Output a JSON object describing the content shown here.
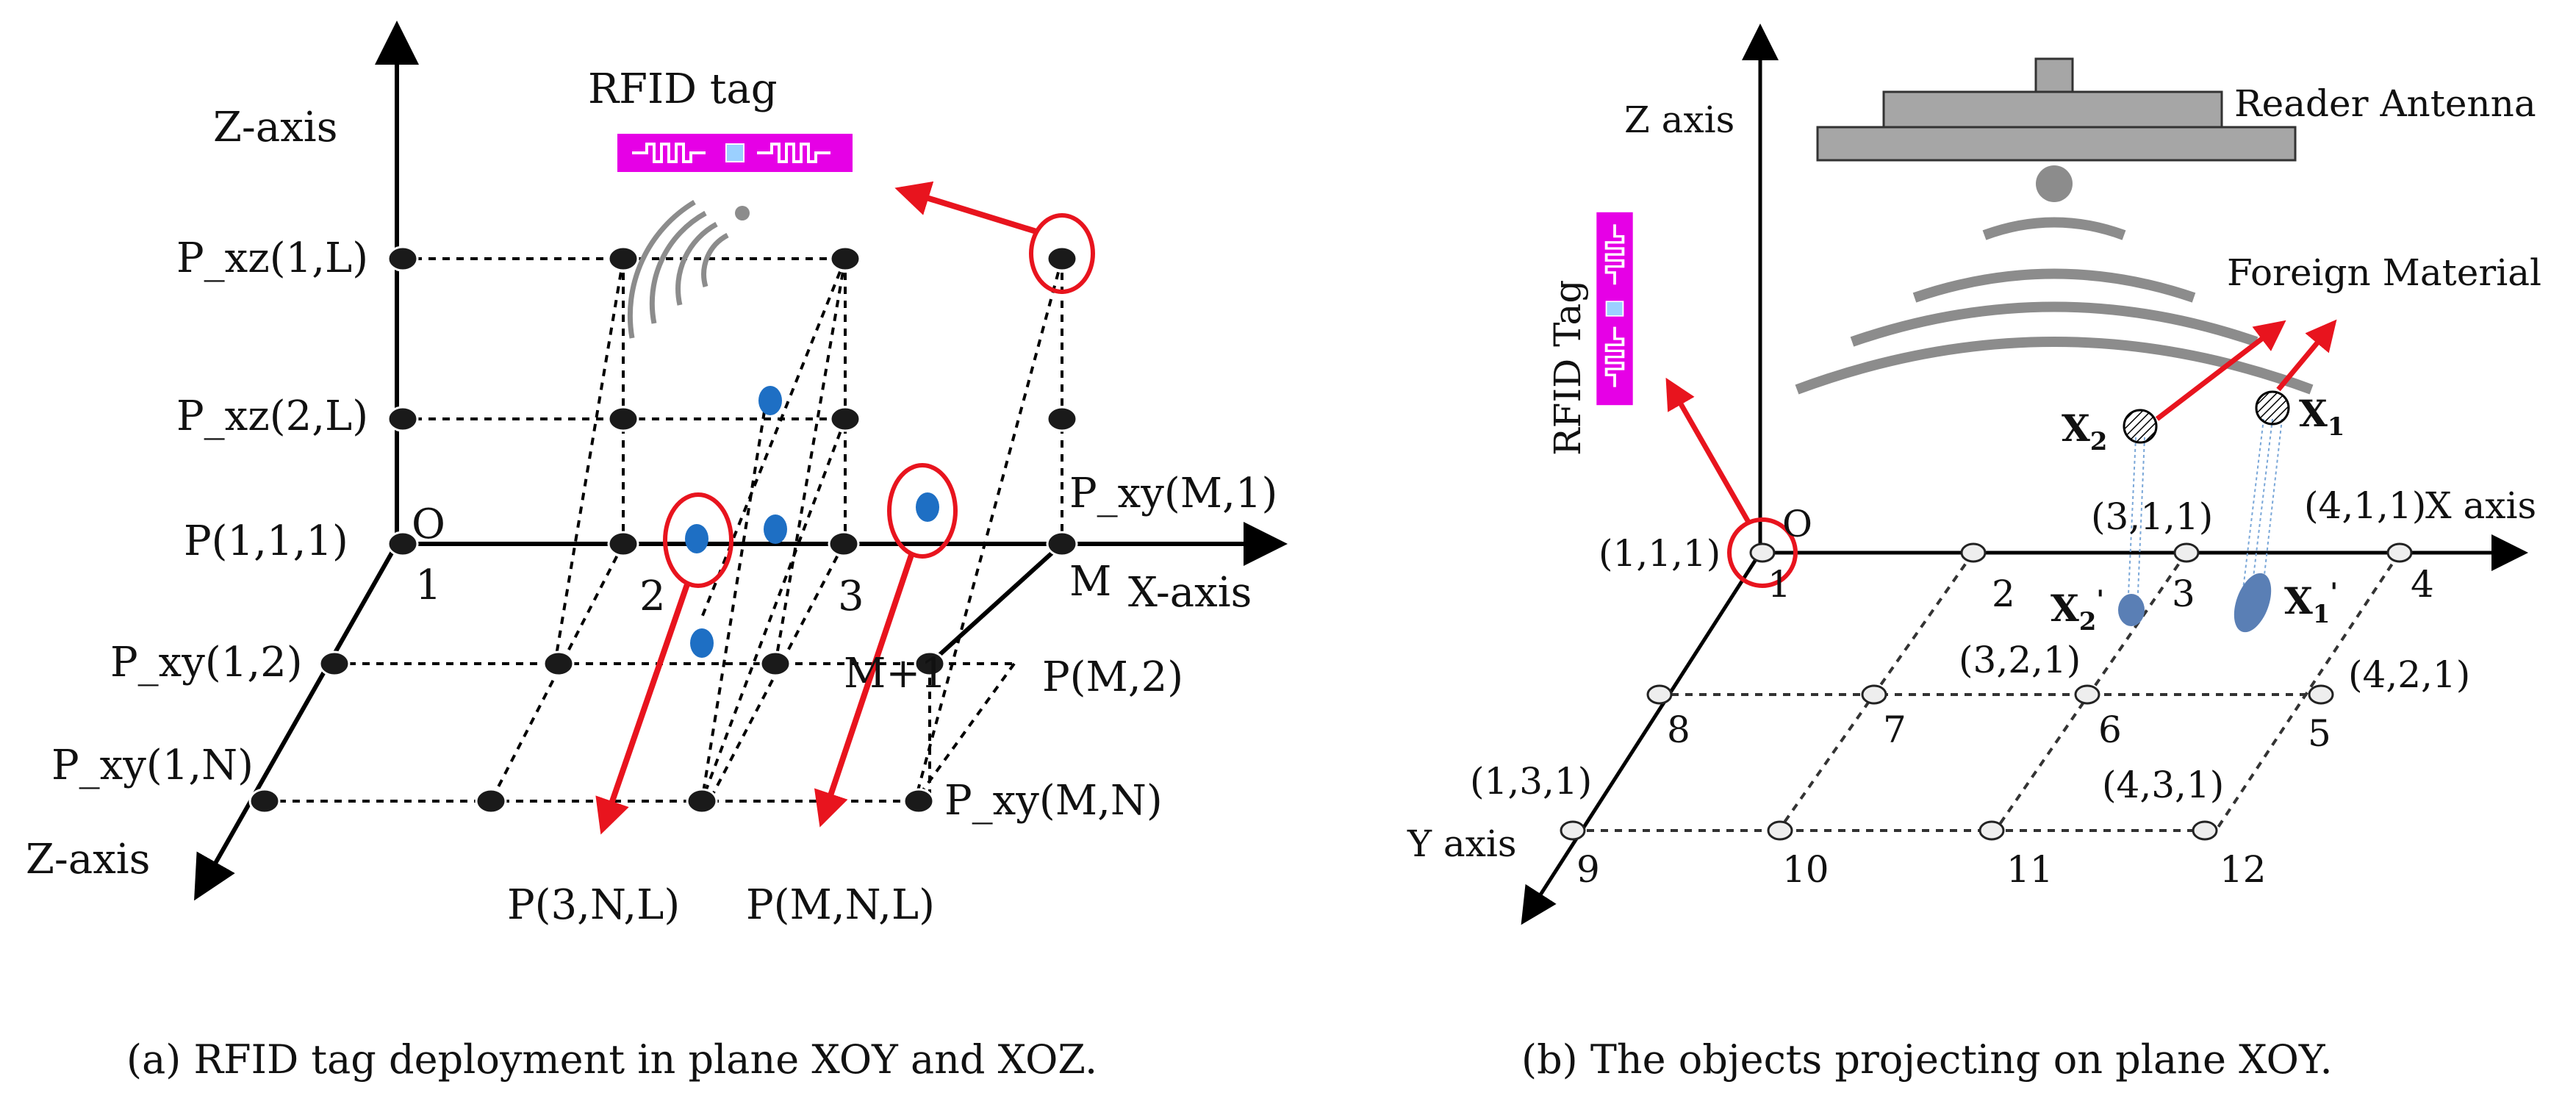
{
  "panel_a": {
    "caption": "(a) RFID tag deployment in plane XOY and XOZ.",
    "axis_z_top": "Z-axis",
    "axis_x": "X-axis",
    "axis_z_bottom": "Z-axis",
    "tag_title": "RFID tag",
    "origin": "O",
    "labels": {
      "pxz1L": "P_xz(1,L)",
      "pxz2L": "P_xz(2,L)",
      "p111": "P(1,1,1)",
      "pxy12": "P_xy(1,2)",
      "pxy1N": "P_xy(1,N)",
      "pxyM1": "P_xy(M,1)",
      "pM2": "P(M,2)",
      "pxyMN": "P_xy(M,N)",
      "p3NL": "P(3,N,L)",
      "pMNL": "P(M,N,L)",
      "n1": "1",
      "n2": "2",
      "n3": "3",
      "nM": "M",
      "nM1": "M+1"
    }
  },
  "panel_b": {
    "caption": "(b) The objects projecting on plane XOY.",
    "axis_z": "Z axis",
    "axis_x": "X axis",
    "axis_y": "Y axis",
    "reader": "Reader Antenna",
    "foreign": "Foreign Material",
    "tag_title": "RFID Tag",
    "origin": "O",
    "x1": "X",
    "x1_sub": "1",
    "x2": "X",
    "x2_sub": "2",
    "x1p": "X",
    "x1p_sub": "1",
    "x2p": "X",
    "x2p_sub": "2",
    "coords": {
      "c111": "(1,1,1)",
      "c311": "(3,1,1)",
      "c411": "(4,1,1)",
      "c321": "(3,2,1)",
      "c421": "(4,2,1)",
      "c131": "(1,3,1)",
      "c431": "(4,3,1)"
    },
    "nodes": [
      "1",
      "2",
      "3",
      "4",
      "5",
      "6",
      "7",
      "8",
      "9",
      "10",
      "11",
      "12"
    ]
  },
  "colors": {
    "tag_magenta": "#e600e6",
    "arrow_red": "#e8141e",
    "blue_dot": "#1e6fc4",
    "wave_gray": "#8c8c8c",
    "antenna_gray": "#a6a6a6"
  }
}
